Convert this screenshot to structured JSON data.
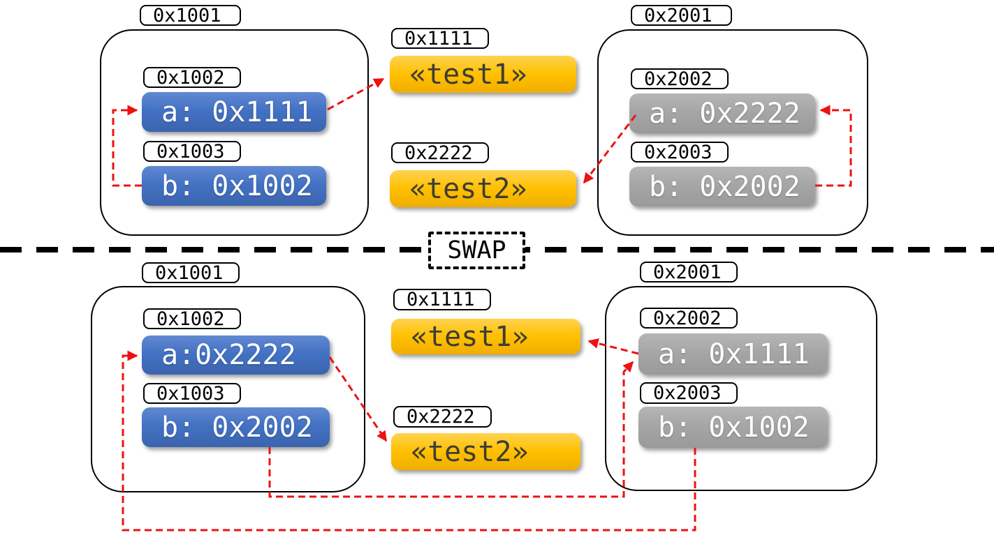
{
  "colors": {
    "stack_blue": "#4472C4",
    "stack_gray": "#A6A6A6",
    "heap_gold": "#FFC000",
    "arrow_red": "#EE1111",
    "outline": "#000000"
  },
  "divider": {
    "label": "SWAP"
  },
  "before": {
    "stack_left": {
      "address": "0x1001",
      "vars": [
        {
          "address": "0x1002",
          "value": "a: 0x1111"
        },
        {
          "address": "0x1003",
          "value": "b: 0x1002"
        }
      ]
    },
    "heap": [
      {
        "address": "0x1111",
        "value": "«test1»"
      },
      {
        "address": "0x2222",
        "value": "«test2»"
      }
    ],
    "stack_right": {
      "address": "0x2001",
      "vars": [
        {
          "address": "0x2002",
          "value": "a: 0x2222"
        },
        {
          "address": "0x2003",
          "value": "b: 0x2002"
        }
      ]
    }
  },
  "after": {
    "stack_left": {
      "address": "0x1001",
      "vars": [
        {
          "address": "0x1002",
          "value": "a:0x2222"
        },
        {
          "address": "0x1003",
          "value": "b: 0x2002"
        }
      ]
    },
    "heap": [
      {
        "address": "0x1111",
        "value": "«test1»"
      },
      {
        "address": "0x2222",
        "value": "«test2»"
      }
    ],
    "stack_right": {
      "address": "0x2001",
      "vars": [
        {
          "address": "0x2002",
          "value": "a: 0x1111"
        },
        {
          "address": "0x2003",
          "value": "b: 0x1002"
        }
      ]
    }
  }
}
